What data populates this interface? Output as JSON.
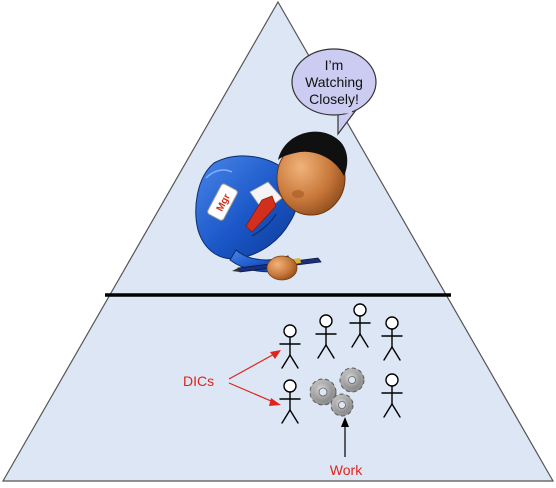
{
  "speech_bubble": {
    "lines": [
      "I’m",
      "Watching",
      "Closely!"
    ]
  },
  "manager": {
    "badge": "Mgr"
  },
  "labels": {
    "dics": "DICs",
    "work": "Work"
  },
  "colors": {
    "pyramid_fill": "#dde6f5",
    "pyramid_stroke": "#555555",
    "divider": "#000000",
    "bubble_fill": "#ccccf2",
    "annotation_red": "#e0241b",
    "suit_blue": "#1a56c7",
    "skin": "#c8773a",
    "hair": "#101010",
    "tie": "#d22f1d",
    "gear_grey": "#8a8a8a"
  },
  "icons": {
    "figures": "stick-figure-icon",
    "gears": "gears-icon",
    "pen": "pen-icon"
  }
}
